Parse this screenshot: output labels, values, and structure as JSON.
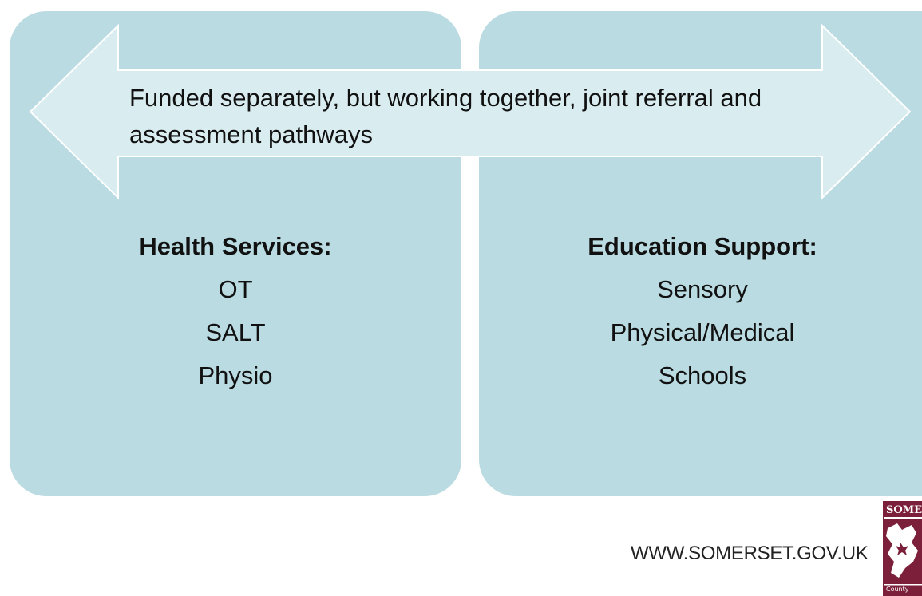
{
  "arrow": {
    "text": "Funded separately, but working together, joint referral and assessment pathways"
  },
  "health": {
    "heading": "Health Services:",
    "items": [
      "OT",
      "SALT",
      "Physio"
    ]
  },
  "education": {
    "heading": "Education Support:",
    "items": [
      "Sensory",
      "Physical/Medical",
      "Schools"
    ]
  },
  "footer": {
    "website": "WWW.SOMERSET.GOV.UK",
    "logo_text": "SOME",
    "logo_subtext": "County"
  },
  "colors": {
    "panel": "#b9dbe1",
    "arrow_fill": "#d9ecef",
    "logo": "#7b1f3a"
  }
}
